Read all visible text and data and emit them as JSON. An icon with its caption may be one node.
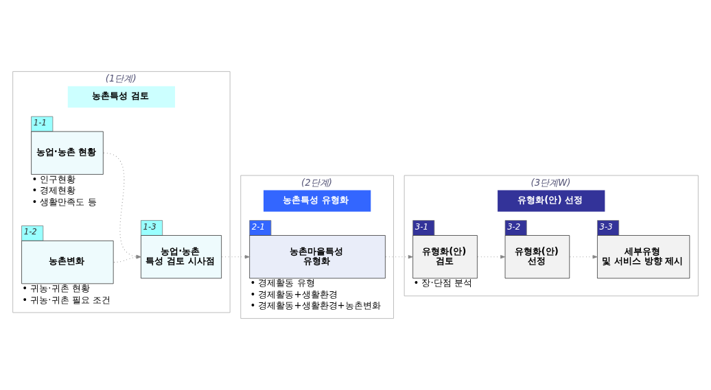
{
  "diagram": {
    "nodes": [
      {
        "text": [
          "농촌특성 검토"
        ],
        "beside": [
          "(1단계)"
        ]
      },
      {
        "text": [
          "1-1",
          "농업·농촌 현황"
        ],
        "in": 0,
        "beside": [
          "• 인구현황",
          "• 경제현황",
          "• 생활만족도 등"
        ]
      },
      {
        "text": [
          "1-2",
          "농촌변화"
        ],
        "in": 0,
        "beside": [
          "• 귀농·귀촌 현황",
          "• 귀농·귀촌 필요 조건"
        ]
      },
      {
        "text": [
          "1-3",
          "농업·농촌 특성 검토 시사점"
        ],
        "in": 0
      },
      {
        "text": [
          "농촌특성 유형화"
        ],
        "beside": [
          "(2단계)"
        ]
      },
      {
        "text": [
          "2-1",
          "농촌마을특성 유형화"
        ],
        "in": 4,
        "beside": [
          "• 경제활동 유형",
          "• 경제활동+생활환경",
          "• 경제활동+생활환경+농촌변화"
        ]
      },
      {
        "text": [
          "유형화(안) 선정"
        ],
        "beside": [
          "(3단계W)"
        ]
      },
      {
        "text": [
          "3-1",
          "유형화(안) 검토"
        ],
        "in": 6,
        "beside": [
          "• 장·단점 분석"
        ]
      },
      {
        "text": [
          "3-2",
          "유형화(안) 선정"
        ],
        "in": 6
      },
      {
        "text": [
          "3-3",
          "세부유형 및 서비스 방향 제시"
        ],
        "in": 6
      }
    ],
    "edges": [
      {
        "from": 1,
        "to": 3,
        "arrow": "to",
        "style": "dashed"
      },
      {
        "from": 2,
        "to": 3,
        "arrow": "to",
        "style": "dashed"
      },
      {
        "from": 3,
        "to": 5,
        "arrow": "to",
        "style": "dashed"
      },
      {
        "from": 5,
        "to": 7,
        "arrow": "to",
        "style": "dashed"
      },
      {
        "from": 7,
        "to": 8,
        "arrow": "to",
        "style": "dashed"
      },
      {
        "from": 8,
        "to": 9,
        "arrow": "to",
        "style": "dashed"
      }
    ]
  }
}
